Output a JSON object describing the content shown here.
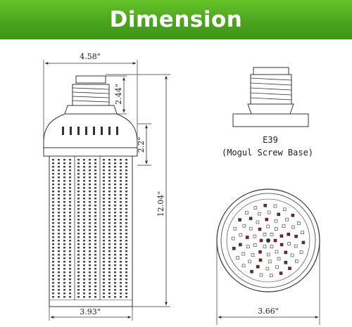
{
  "banner": {
    "title": "Dimension",
    "color": "#4aa51d"
  },
  "bulb_side_view": {
    "overall_width": "4.58\"",
    "screw_base_height": "2.44\"",
    "fan_head_height": "2.2\"",
    "total_height": "12.04\"",
    "led_column_width": "3.93\""
  },
  "screw_base": {
    "label": "E39",
    "caption": "(Mogul Screw Base)"
  },
  "top_view": {
    "diameter": "3.66\""
  }
}
